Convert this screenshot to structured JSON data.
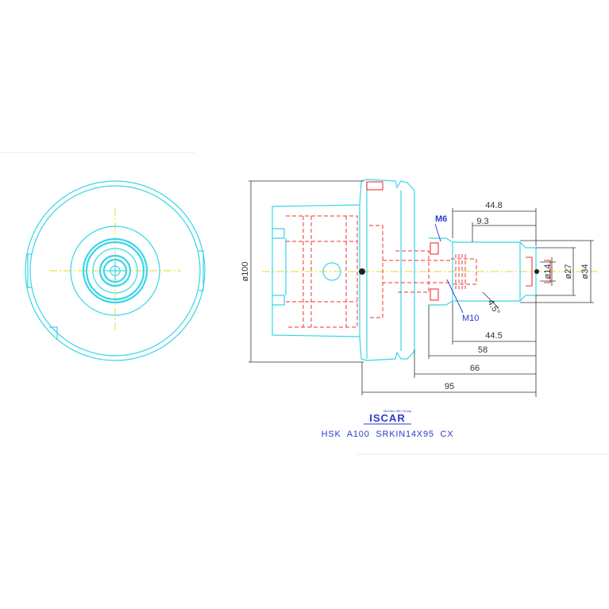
{
  "drawing": {
    "title": "HSK  A100  SRKIN14X95  CX",
    "logo": {
      "tagline": "Member IMC Group",
      "brand": "ISCAR"
    },
    "colors": {
      "outline": "#37d6e8",
      "hidden_lines": "#ee3333",
      "center_lines": "#e8d81a",
      "dimensions": "#333333",
      "callouts": "#2a3ad0"
    },
    "dimensions": {
      "diameters": [
        "ø100",
        "ø14",
        "ø27",
        "ø34"
      ],
      "top_lengths": [
        "44.8",
        "9.3"
      ],
      "bottom_lengths": [
        "44.5",
        "58",
        "66",
        "95"
      ],
      "angle": "4.5°"
    },
    "callouts": {
      "thread_small": "M6",
      "thread_large": "M10"
    }
  }
}
